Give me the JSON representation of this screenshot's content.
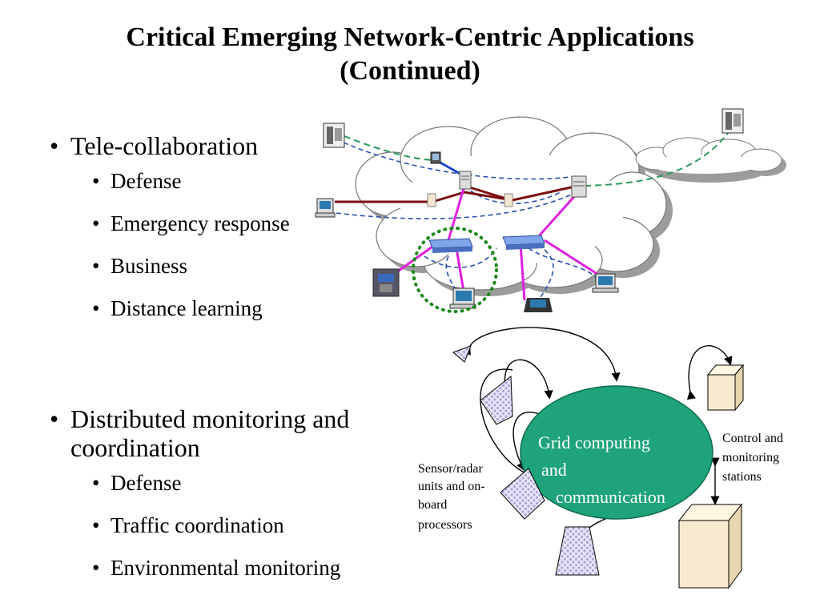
{
  "slide": {
    "title_line1": "Critical Emerging Network-Centric Applications",
    "title_line2": "(Continued)"
  },
  "sections": [
    {
      "heading": "Tele-collaboration",
      "items": [
        "Defense",
        "Emergency response",
        "Business",
        "Distance learning"
      ]
    },
    {
      "heading_line1": "Distributed monitoring and",
      "heading_line2": "coordination",
      "items": [
        "Defense",
        "Traffic coordination",
        "Environmental monitoring"
      ]
    }
  ],
  "diagram": {
    "grid_label_line1": "Grid computing",
    "grid_label_line2": "and",
    "grid_label_line3": "communication",
    "sensor_label": [
      "Sensor/radar",
      "units and on-",
      "board",
      "processors"
    ],
    "control_label": [
      "Control and",
      "monitoring",
      "stations"
    ]
  },
  "colors": {
    "cloud_fill": "#ffffff",
    "cloud_shadow": "#9c9c9c",
    "backbone": "#7b1010",
    "link_magenta": "#e020e0",
    "dashed_blue": "#2a4fb0",
    "dashed_green": "#2a9a5a",
    "grid_ellipse": "#1ea37a",
    "grid_text": "#ffffff",
    "sensor_fill": "#dcd9f0",
    "box_face": "#f8ead0"
  }
}
